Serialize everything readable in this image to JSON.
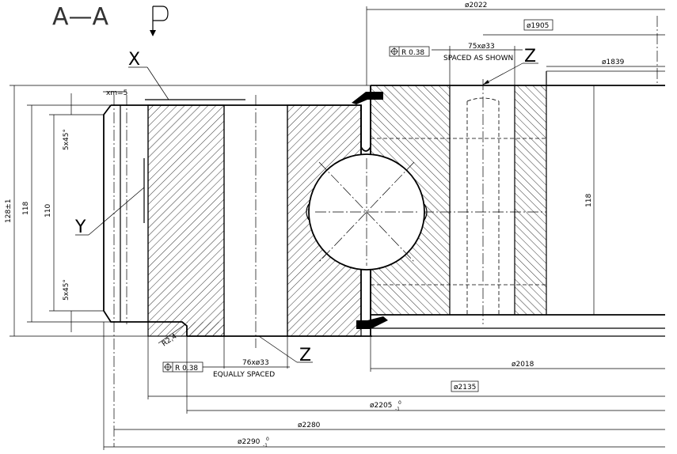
{
  "section": {
    "view_label": "A—A",
    "view_symbol": "P",
    "callout_x": "X",
    "callout_y": "Y",
    "callout_z_top": "Z",
    "callout_z_bottom": "Z"
  },
  "dimensions": {
    "d2022": "ø2022",
    "d1905": "ø1905",
    "d1839": "ø1839",
    "holes_top": "75xø33",
    "holes_top_note": "SPACED AS SHOWN",
    "position_tol_top": "R 0.38",
    "xm": "xm=5",
    "chamfer_top": "5x45°",
    "chamfer_bottom": "5x45°",
    "h128": "128±1",
    "h118_left": "118",
    "h110": "110",
    "h118_right": "118",
    "r24": "R2,4",
    "position_tol_bottom": "R 0.38",
    "holes_bottom": "76xø33",
    "holes_bottom_note": "EQUALLY SPACED",
    "d2018": "ø2018",
    "d2135": "ø2135",
    "d2205": "ø2205",
    "d2205_tol": "-1",
    "d2205_tol_top": "0",
    "d2280": "ø2280",
    "d2290": "ø2290",
    "d2290_tol": "-1",
    "d2290_tol_top": "0"
  }
}
